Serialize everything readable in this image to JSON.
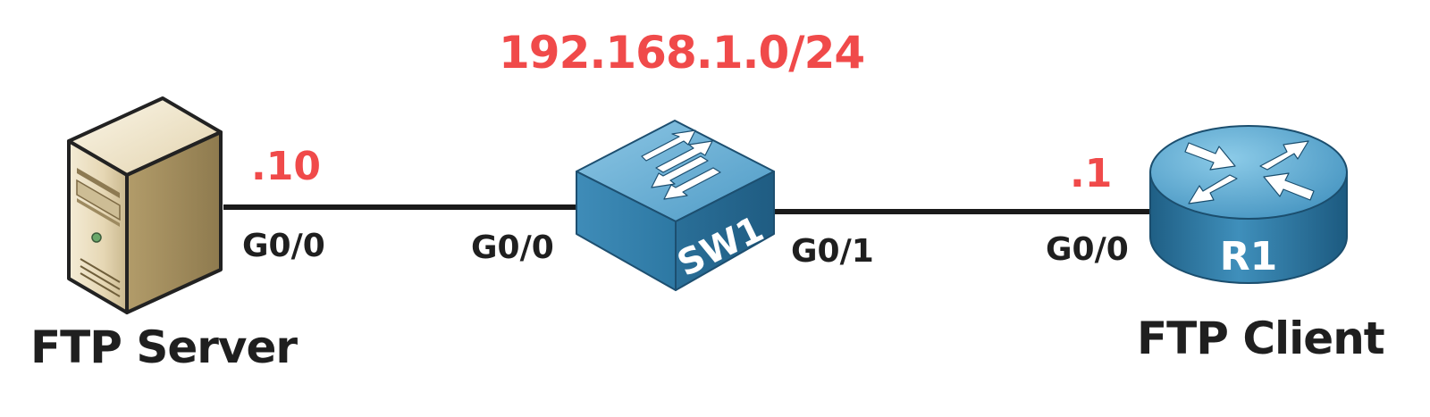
{
  "colors": {
    "accent_red": "#f04a4a",
    "text_dark": "#1f1f1f",
    "link": "#1a1a1a",
    "device_blue": "#2e7ca6"
  },
  "network": {
    "subnet": "192.168.1.0/24"
  },
  "devices": {
    "server": {
      "name": "FTP Server",
      "icon": "server-tower-icon",
      "ip": ".10",
      "port": "G0/0"
    },
    "switch": {
      "label": "SW1",
      "icon": "switch-icon",
      "port_left": "G0/0",
      "port_right": "G0/1"
    },
    "router": {
      "name": "FTP Client",
      "label": "R1",
      "icon": "router-icon",
      "ip": ".1",
      "port": "G0/0"
    }
  }
}
